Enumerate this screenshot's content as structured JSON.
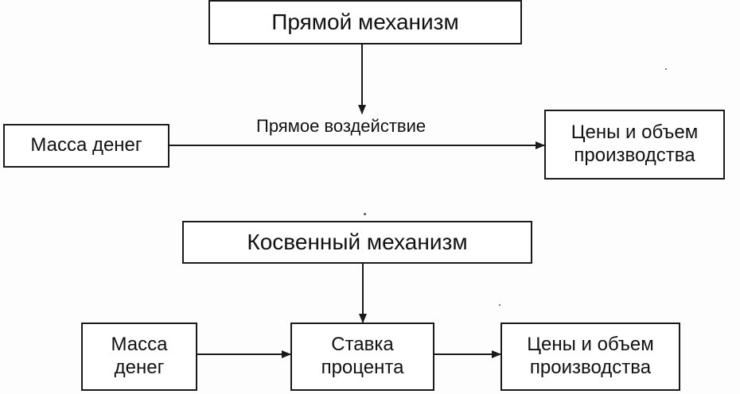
{
  "direct": {
    "title": "Прямой механизм",
    "source_line1": "Масса денег",
    "edge_label": "Прямое воздействие",
    "target_line1": "Цены и объем",
    "target_line2": "производства"
  },
  "indirect": {
    "title": "Косвенный механизм",
    "source_line1": "Масса",
    "source_line2": "денег",
    "middle_line1": "Ставка",
    "middle_line2": "процента",
    "target_line1": "Цены и объем",
    "target_line2": "производства"
  },
  "colors": {
    "stroke": "#1a1a1a",
    "background": "#ffffff"
  }
}
